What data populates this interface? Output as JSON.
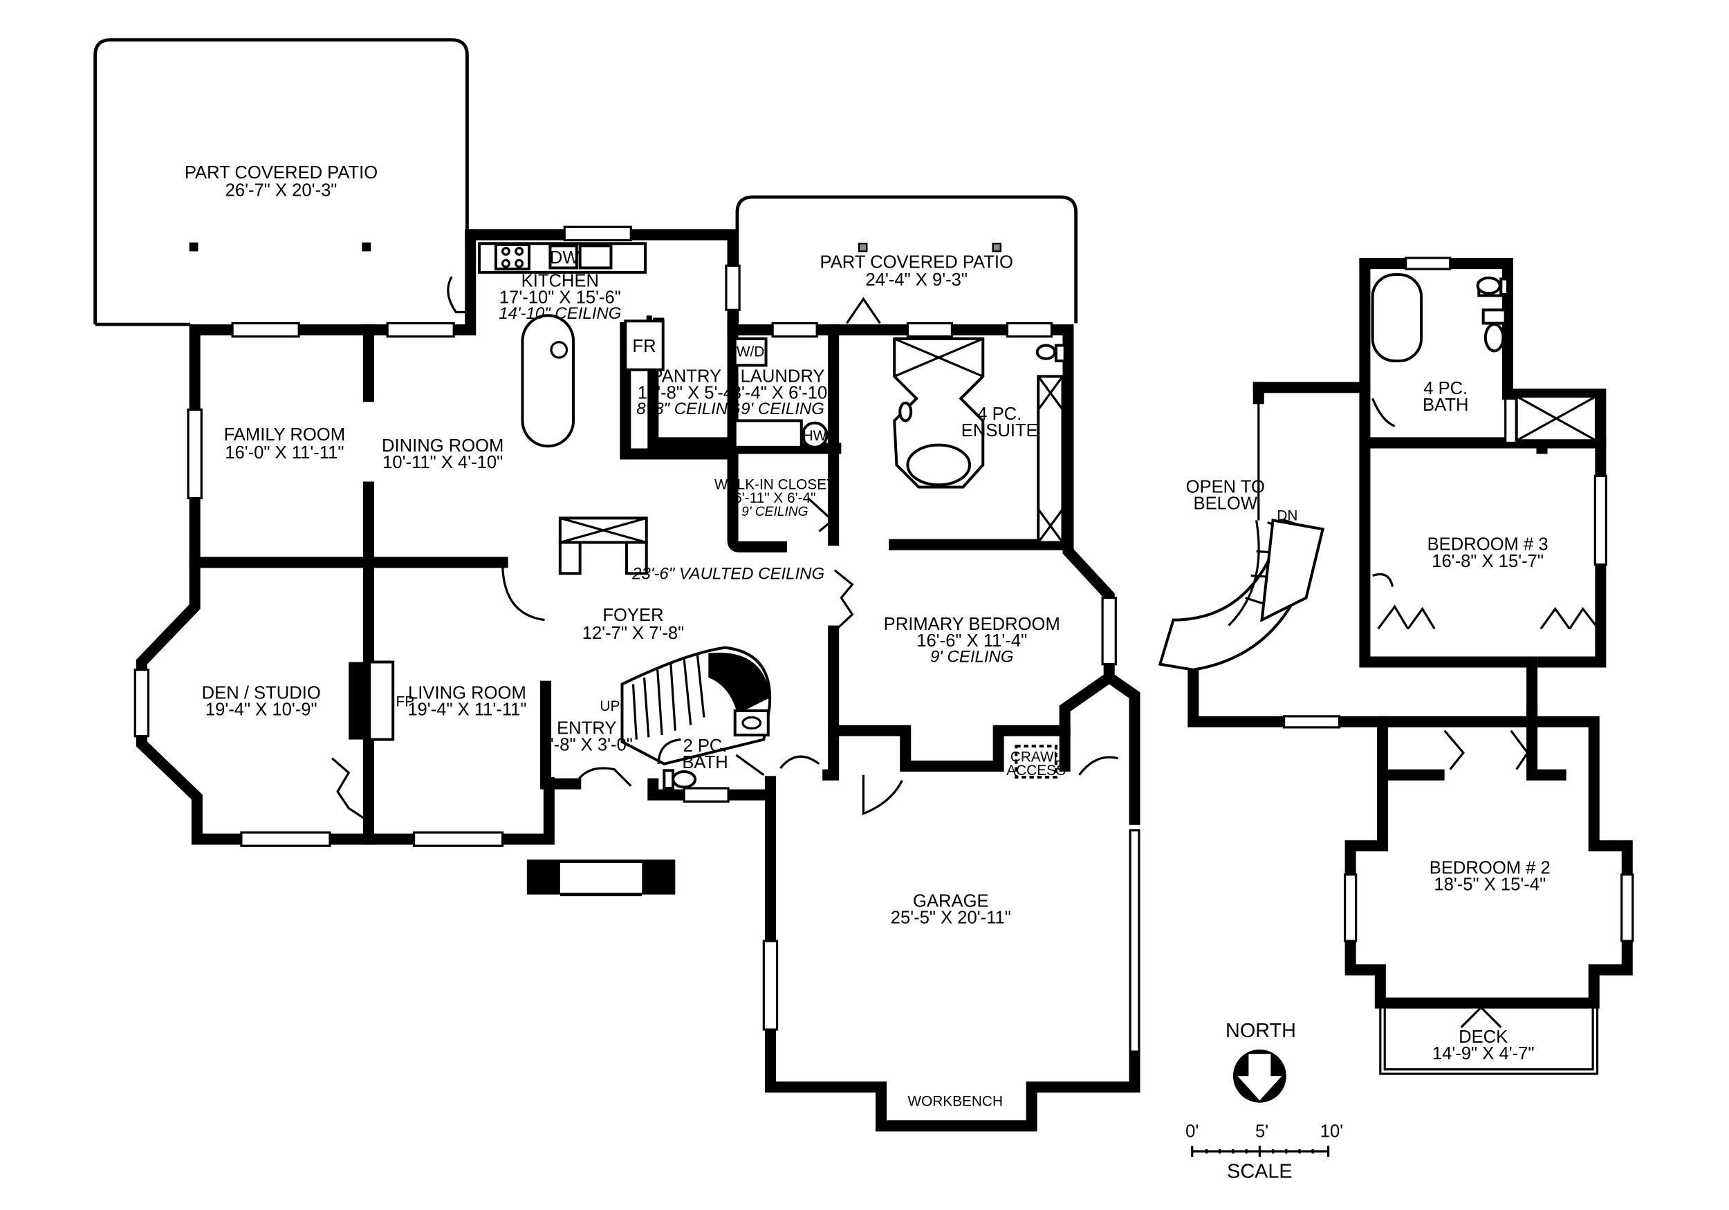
{
  "rooms": {
    "patio_left": {
      "name": "PART COVERED PATIO",
      "dims": "26'-7\" X 20'-3\""
    },
    "kitchen": {
      "name": "KITCHEN",
      "dims": "17'-10\" X 15'-6\"",
      "ceiling": "14'-10\" CEILING"
    },
    "patio_right": {
      "name": "PART COVERED PATIO",
      "dims": "24'-4\" X 9'-3\""
    },
    "pantry": {
      "name": "PANTRY",
      "dims": "13'-8\" X 5'-4\"",
      "ceiling": "8'-8\" CEILING"
    },
    "laundry": {
      "name": "LAUNDRY",
      "dims": "8'-4\" X 6'-10\"",
      "ceiling": "9' CEILING"
    },
    "ensuite": {
      "name1": "4 PC.",
      "name2": "ENSUITE"
    },
    "family": {
      "name": "FAMILY ROOM",
      "dims": "16'-0\" X 11'-11\""
    },
    "dining": {
      "name": "DINING ROOM",
      "dims": "10'-11\" X 4'-10\""
    },
    "walkin": {
      "name": "WALK-IN CLOSET",
      "dims": "6'-11\" X 6'-4\"",
      "ceiling": "9' CEILING"
    },
    "foyer": {
      "name": "FOYER",
      "dims": "12'-7\" X 7'-8\"",
      "ceiling": "23'-6\" VAULTED CEILING"
    },
    "primary": {
      "name": "PRIMARY BEDROOM",
      "dims": "16'-6\" X 11'-4\"",
      "ceiling": "9' CEILING"
    },
    "den": {
      "name": "DEN / STUDIO",
      "dims": "19'-4\" X 10'-9\""
    },
    "living": {
      "name": "LIVING ROOM",
      "dims": "19'-4\" X 11'-11\""
    },
    "entry": {
      "name": "ENTRY",
      "dims": "7'-8\" X 3'-0\""
    },
    "bath2": {
      "name1": "2 PC.",
      "name2": "BATH"
    },
    "garage": {
      "name": "GARAGE",
      "dims": "25'-5\" X 20'-11\""
    },
    "bath4": {
      "name1": "4 PC.",
      "name2": "BATH"
    },
    "bedroom3": {
      "name": "BEDROOM # 3",
      "dims": "16'-8\" X 15'-7\""
    },
    "bedroom2": {
      "name": "BEDROOM # 2",
      "dims": "18'-5\" X 15'-4\""
    },
    "deck": {
      "name": "DECK",
      "dims": "14'-9\" X 4'-7\""
    }
  },
  "labels": {
    "dw": "DW",
    "fr": "FR",
    "wd": "W/D",
    "hw": "HW",
    "fp": "FP",
    "up": "UP",
    "dn": "DN",
    "crawl1": "CRAWL",
    "crawl2": "ACCESS",
    "workbench": "WORKBENCH",
    "open1": "OPEN TO",
    "open2": "BELOW"
  },
  "legend": {
    "north": "NORTH",
    "scale_title": "SCALE",
    "ticks": [
      "0'",
      "5'",
      "10'"
    ]
  }
}
